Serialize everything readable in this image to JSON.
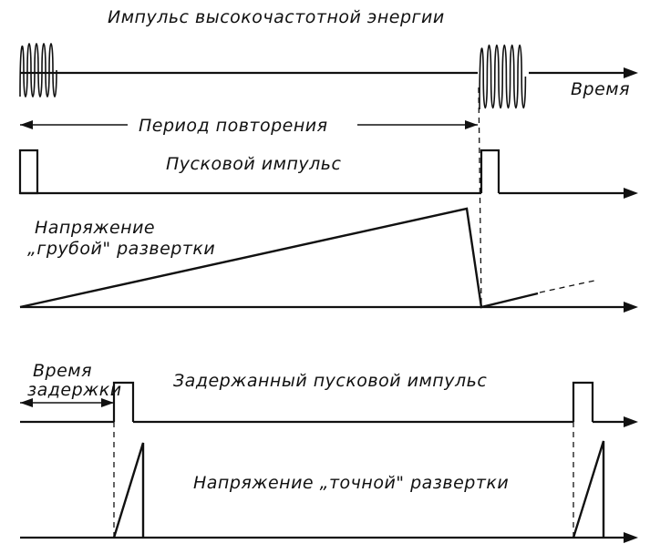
{
  "labels": {
    "rf_pulse": "Импульс высокочастотной энергии",
    "time": "Время",
    "repetition_period": "Период повторения",
    "trigger_pulse": "Пусковой импульс",
    "coarse_sweep_line1": "Напряжение",
    "coarse_sweep_line2": "„грубой\" развертки",
    "delay_time_line1": "Время",
    "delay_time_line2": "задержки",
    "delayed_trigger_pulse": "Задержанный пусковой импульс",
    "fine_sweep": "Напряжение „точной\" развертки"
  }
}
